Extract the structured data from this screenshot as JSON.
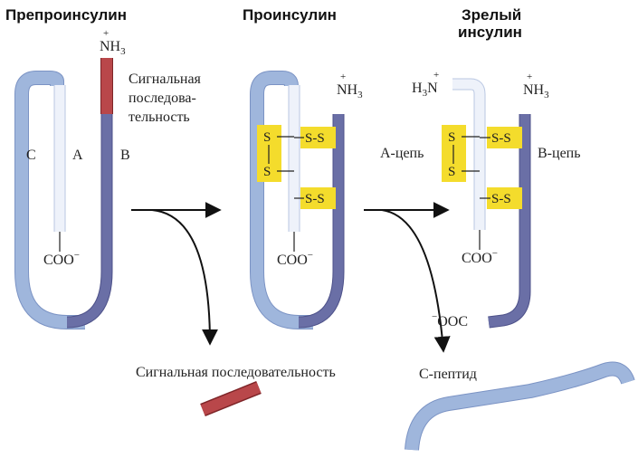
{
  "titles": {
    "preproinsulin": "Препроинсулин",
    "proinsulin": "Проинсулин",
    "mature_line1": "Зрелый",
    "mature_line2": "инсулин"
  },
  "labels": {
    "signal_line1": "Сигнальная",
    "signal_line2": "последова-",
    "signal_line3": "тельность",
    "chain_c": "C",
    "chain_a": "A",
    "chain_b": "B",
    "a_chain": "А-цепь",
    "b_chain": "В-цепь",
    "signal_bottom": "Сигнальная последовательность",
    "c_peptide": "С-пептид"
  },
  "chem": {
    "nh": "NH",
    "sub3": "3",
    "plus": "+",
    "minus": "−",
    "coo": "COO",
    "ooc": "OOC",
    "h3n_h": "H",
    "h3n_n": "N",
    "ss": "S-S",
    "s": "S"
  },
  "colors": {
    "c_peptide": "#9fb6dc",
    "a_chain": "#eef2fa",
    "b_chain": "#6a6fa6",
    "signal_sequence": "#b9474a",
    "disulfide_box": "#f4dc2c"
  }
}
